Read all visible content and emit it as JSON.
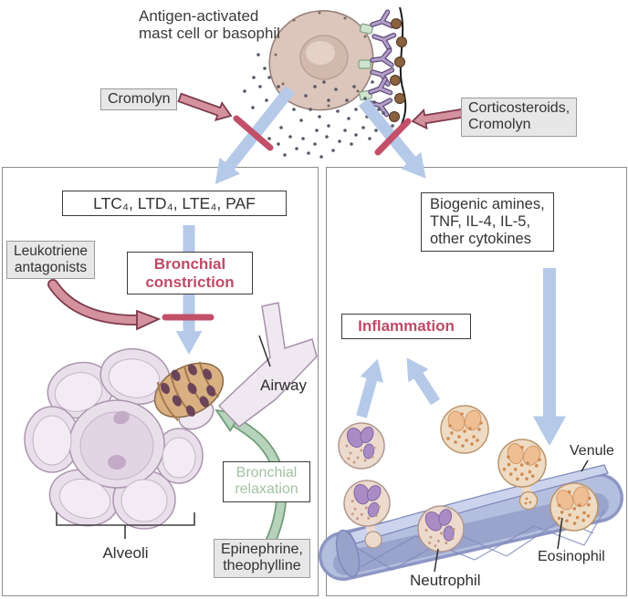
{
  "title": "Antigen-activated\nmast cell or basophil",
  "drugs": {
    "cromolyn": "Cromolyn",
    "corticosteroids": "Corticosteroids,\nCromolyn",
    "leukotriene_antagonists": "Leukotriene\nantagonists",
    "epinephrine_theophylline": "Epinephrine,\ntheophylline"
  },
  "mediators": {
    "left_box": "LTC₄, LTD₄, LTE₄, PAF",
    "right_box": "Biogenic amines,\nTNF, IL-4, IL-5,\nother cytokines"
  },
  "effects": {
    "bronchial_constriction": "Bronchial\nconstriction",
    "inflammation": "Inflammation",
    "bronchial_relaxation": "Bronchial\nrelaxation"
  },
  "labels": {
    "airway": "Airway",
    "alveoli": "Alveoli",
    "venule": "Venule",
    "neutrophil": "Neutrophil",
    "eosinophil": "Eosinophil"
  },
  "colors": {
    "pathway_arrow_blue": "#b5c9e8",
    "inhibition_bar_red": "#c25068",
    "drug_arrow_pink": "#d4919e",
    "drug_arrow_outline": "#7d3b4c",
    "relax_arrow_green": "#b7d3bc",
    "relax_arrow_outline": "#6f9c77",
    "effect_text_red": "#c04a66",
    "effect_text_green": "#a3c2a4",
    "label_box_gray": "#e7e7e7"
  }
}
